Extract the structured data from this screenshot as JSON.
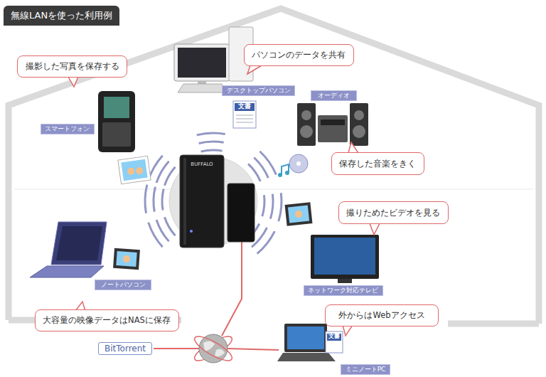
{
  "diagram": {
    "title": "無線LANを使った利用例",
    "nodes": [
      {
        "text": [
          "撮影した写真を保存する"
        ]
      },
      {
        "text": [
          "スマートフォン"
        ]
      },
      {
        "text": [
          "デスクトップパソコン"
        ]
      },
      {
        "text": [
          "パソコンのデータを共有"
        ]
      },
      {
        "text": [
          "オーディオ"
        ]
      },
      {
        "text": [
          "保存した音楽をきく"
        ]
      },
      {
        "text": [
          "撮りためたビデオを見る"
        ]
      },
      {
        "text": [
          "ネットワーク対応テレビ"
        ]
      },
      {
        "text": [
          "ノートパソコン"
        ]
      },
      {
        "text": [
          "大容量の映像データはNASに保存"
        ]
      },
      {
        "text": [
          "外からはWebアクセス"
        ]
      },
      {
        "text": [
          "BitTorrent"
        ]
      },
      {
        "text": [
          "ミニノートPC"
        ]
      }
    ],
    "labels": [
      "文書",
      "BUFFALO",
      "文書"
    ]
  }
}
